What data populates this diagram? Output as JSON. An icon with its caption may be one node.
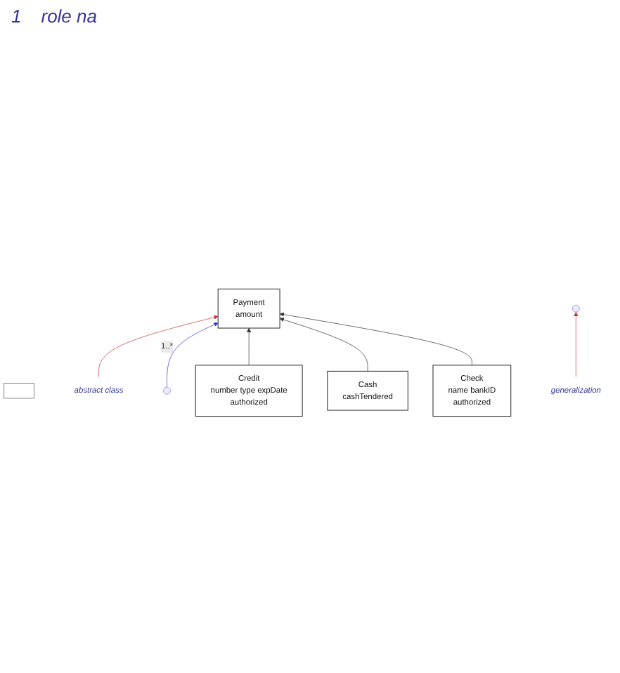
{
  "diagram": {
    "nodes": [
      {
        "text": [],
        "shape": "box"
      },
      {
        "text": [
          "Payment",
          "amount"
        ]
      },
      {
        "text": [
          "abstract class"
        ]
      },
      {
        "text": [
          "generalization"
        ]
      },
      {
        "text": [
          "Credit",
          "number type expDate",
          "authorized"
        ]
      },
      {
        "text": [
          "Cash",
          "cashTendered"
        ]
      },
      {
        "text": [
          "Check",
          "name bankID",
          "authorized"
        ]
      }
    ],
    "edges": [
      {
        "from": 2,
        "to": 1,
        "arrow": "to",
        "color": "#cc3333"
      },
      {
        "from": null,
        "to": 1,
        "arrow": "to",
        "label": "1..*",
        "color": "#3333cc"
      },
      {
        "from": 3,
        "to": null,
        "arrow": "to",
        "color": "#cc3333"
      },
      {
        "from": 4,
        "to": 1,
        "arrow": "to"
      },
      {
        "from": 5,
        "to": 1,
        "arrow": "to"
      },
      {
        "from": 6,
        "to": 1,
        "arrow": "to"
      }
    ],
    "labels": [
      "1",
      "role na"
    ]
  }
}
